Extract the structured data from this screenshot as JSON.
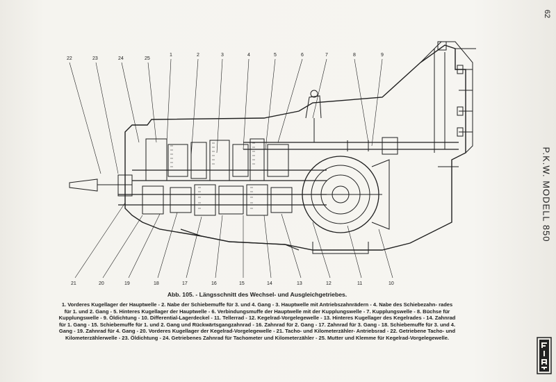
{
  "header": {
    "page_number": "62",
    "running_title": "P.K.W. MODELL 850"
  },
  "brand": {
    "logo_text": "FIAT"
  },
  "figure": {
    "title": "Abb. 105. - Längsschnitt des Wechsel- und Ausgleichgetriebes.",
    "callouts_top": [
      "22",
      "23",
      "24",
      "25",
      "1",
      "2",
      "3",
      "4",
      "5",
      "6",
      "7",
      "8",
      "9"
    ],
    "callouts_bottom": [
      "21",
      "20",
      "19",
      "18",
      "17",
      "16",
      "15",
      "14",
      "13",
      "12",
      "11",
      "10"
    ]
  },
  "legend": {
    "lines": [
      "1. Vorderes Kugellager der Hauptwelle - 2. Nabe der Schiebemuffe für 3. und 4. Gang - 3. Hauptwelle mit Antriebszahnrädern - 4. Nabe des Schiebezahn-",
      "rades für 1. und 2. Gang - 5. Hinteres Kugellager der Hauptwelle - 6. Verbindungsmuffe der Hauptwelle mit der Kupplungswelle - 7. Kupplungswelle -",
      "8. Büchse für Kupplungswelle - 9. Öldichtung - 10. Differential-Lagerdeckel - 11. Tellerrad - 12. Kegelrad-Vorgelegewelle - 13. Hinteres Kugellager des",
      "Kegelrades - 14. Zahnrad für 1. Gang - 15. Schiebemuffe für 1. und 2. Gang und Rückwärtsgangzahnrad - 16. Zahnrad für 2. Gang - 17. Zahnrad für 3. Gang -",
      "18. Schiebemuffe für 3. und 4. Gang - 19. Zahnrad für 4. Gang - 20. Vorderes Kugellager der Kegelrad-Vorgelegewelle - 21. Tacho- und Kilometerzähler-",
      "Antriebsrad - 22. Getriebene Tacho- und Kilometerzählerwelle - 23. Öldichtung - 24. Getriebenes Zahnrad für Tachometer und Kilometerzähler - 25. Mutter",
      "und Klemme für Kegelrad-Vorgelegewelle."
    ]
  }
}
